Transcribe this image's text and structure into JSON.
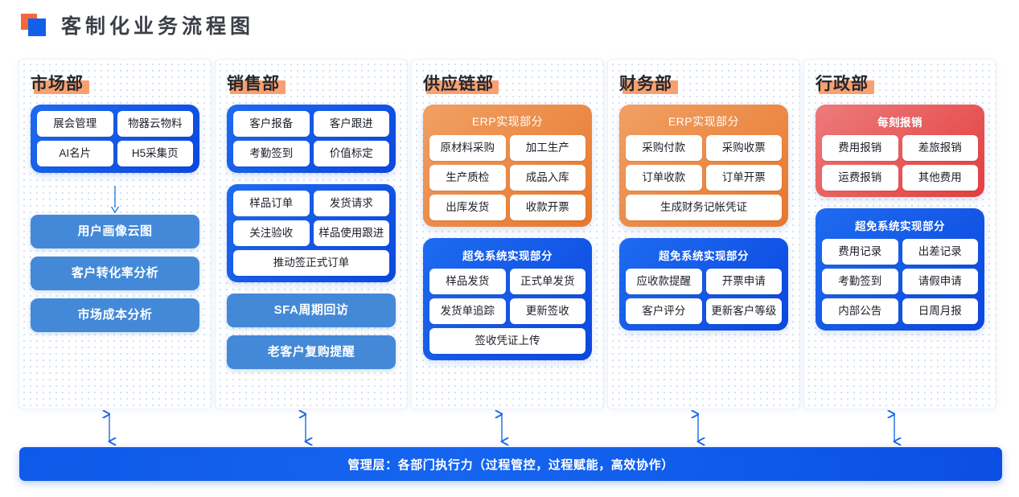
{
  "header": {
    "title": "客制化业务流程图",
    "icon_orange": "square-orange-icon",
    "icon_blue": "square-blue-icon"
  },
  "colors": {
    "brand_blue": "#1161E8",
    "deep_blue": "#0B47E0",
    "orange": "#E8772C",
    "light_orange_highlight": "#F8A070",
    "red": "#E33E3E",
    "soft_blue_bar": "#4389D8",
    "dot_grid": "#C9DBF7"
  },
  "columns": [
    {
      "name": "market",
      "title": "市场部",
      "groups": [
        {
          "style": "blue",
          "label": "",
          "cells": [
            "展会管理",
            "物器云物料",
            "AI名片",
            "H5采集页"
          ]
        }
      ],
      "arrow_after_group": true,
      "bars": [
        "用户画像云图",
        "客户转化率分析",
        "市场成本分析"
      ]
    },
    {
      "name": "sales",
      "title": "销售部",
      "groups": [
        {
          "style": "blue",
          "label": "",
          "cells": [
            "客户报备",
            "客户跟进",
            "考勤签到",
            "价值标定"
          ]
        },
        {
          "style": "blue",
          "label": "",
          "cells": [
            "样品订单",
            "发货请求",
            "关注验收",
            "样品使用跟进"
          ],
          "full_cells": [
            "推动签正式订单"
          ]
        }
      ],
      "arrow_after_group": false,
      "bars": [
        "SFA周期回访",
        "老客户复购提醒"
      ]
    },
    {
      "name": "supply-chain",
      "title": "供应链部",
      "groups": [
        {
          "style": "orange",
          "label": "ERP实现部分",
          "label_weight": "light",
          "cells": [
            "原材料采购",
            "加工生产",
            "生产质检",
            "成品入库",
            "出库发货",
            "收款开票"
          ]
        },
        {
          "style": "blue",
          "label": "超免系统实现部分",
          "cells": [
            "样品发货",
            "正式单发货",
            "发货单追踪",
            "更新签收"
          ],
          "full_cells": [
            "签收凭证上传"
          ]
        }
      ],
      "arrow_after_group": false,
      "bars": []
    },
    {
      "name": "finance",
      "title": "财务部",
      "groups": [
        {
          "style": "orange",
          "label": "ERP实现部分",
          "label_weight": "light",
          "cells": [
            "采购付款",
            "采购收票",
            "订单收款",
            "订单开票"
          ],
          "full_cells": [
            "生成财务记帐凭证"
          ]
        },
        {
          "style": "blue",
          "label": "超免系统实现部分",
          "cells": [
            "应收款提醒",
            "开票申请",
            "客户评分",
            "更新客户等级"
          ]
        }
      ],
      "arrow_after_group": false,
      "bars": []
    },
    {
      "name": "administration",
      "title": "行政部",
      "groups": [
        {
          "style": "red",
          "label": "每刻报销",
          "cells": [
            "费用报销",
            "差旅报销",
            "运费报销",
            "其他费用"
          ]
        },
        {
          "style": "blue",
          "label": "超免系统实现部分",
          "cells": [
            "费用记录",
            "出差记录",
            "考勤签到",
            "请假申请",
            "内部公告",
            "日周月报"
          ]
        }
      ],
      "arrow_after_group": false,
      "bars": []
    }
  ],
  "footer": {
    "text": "管理层：各部门执行力（过程管控，过程赋能，高效协作）"
  }
}
